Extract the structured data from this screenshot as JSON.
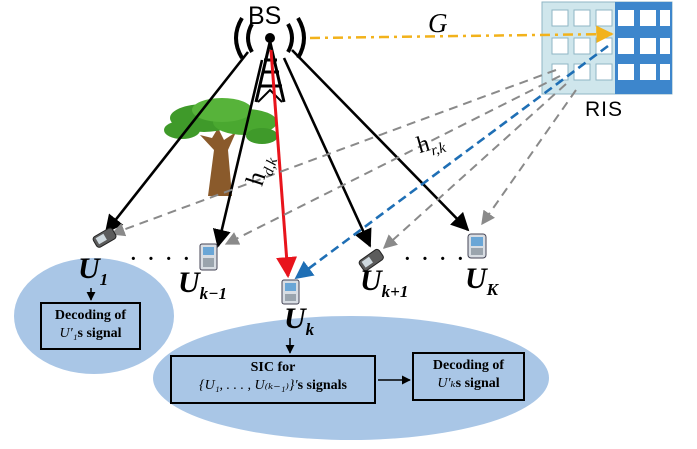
{
  "nodes": {
    "bs": "BS",
    "ris": "RIS",
    "users": {
      "u1": {
        "base": "U",
        "sub": "1"
      },
      "ukm1": {
        "base": "U",
        "sub": "k−1"
      },
      "uk": {
        "base": "U",
        "sub": "k"
      },
      "ukp1": {
        "base": "U",
        "sub": "k+1"
      },
      "uK": {
        "base": "U",
        "sub": "K"
      }
    },
    "dots": "· · · ·"
  },
  "channels": {
    "g": "G",
    "hdk": {
      "base": "h",
      "sub": "d,k"
    },
    "hrk": {
      "base": "h",
      "sub": "r,k"
    }
  },
  "boxes": {
    "decode_u1": {
      "line1": "Decoding of",
      "line2_var": "U′₁",
      "line2_text": "s signal"
    },
    "sic": {
      "line1": "SIC for",
      "line2_var": "{U₁, . . . , U₍ₖ₋₁₎}′",
      "line2_text": "s signals"
    },
    "decode_uk": {
      "line1": "Decoding of",
      "line2_var": "U′ₖ",
      "line2_text": "s signal"
    }
  },
  "colors": {
    "ellipse": "#a9c6e6",
    "direct_red": "#e8141c",
    "ris_dashed_blue": "#1f6fb5",
    "ris_dashed_gray": "#8a8a8a",
    "g_link": "#f2b21b",
    "building_light": "#cfe6ec",
    "building_dark": "#3d86cc"
  }
}
